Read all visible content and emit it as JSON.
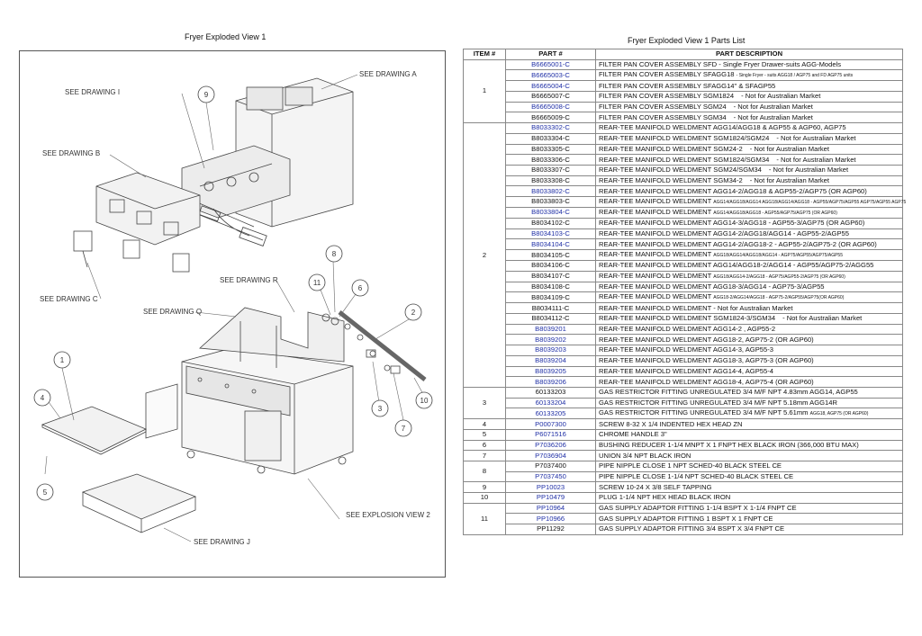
{
  "left_panel": {
    "title": "Fryer Exploded View 1",
    "callouts": [
      "SEE DRAWING A",
      "SEE DRAWING I",
      "SEE DRAWING B",
      "SEE DRAWING C",
      "SEE DRAWING R",
      "SEE DRAWING Q",
      "SEE EXPLOSION VIEW 2",
      "SEE DRAWING J"
    ],
    "item_numbers": [
      "1",
      "2",
      "3",
      "4",
      "5",
      "6",
      "7",
      "8",
      "9",
      "10",
      "11"
    ]
  },
  "right_panel": {
    "title": "Fryer Exploded View 1 Parts List",
    "headers": [
      "ITEM #",
      "PART #",
      "PART DESCRIPTION"
    ],
    "rows": [
      {
        "item": "1",
        "part": "B6665001-C",
        "blue": true,
        "desc": "FILTER PAN COVER ASSEMBLY SFD - Single Fryer Drawer-suits AGG-Models",
        "small": "",
        "note": ""
      },
      {
        "item": "",
        "part": "B6665003-C",
        "blue": true,
        "desc": "FILTER PAN COVER ASSEMBLY SFAGG18",
        "small": "- Single Fryer - suits AGG18 / AGP75 and FD AGP75 units",
        "note": ""
      },
      {
        "item": "",
        "part": "B6665004-C",
        "blue": true,
        "desc": "FILTER PAN COVER ASSEMBLY SFAGG14\" & SFAGP55",
        "small": "",
        "note": ""
      },
      {
        "item": "",
        "part": "B6665007-C",
        "blue": false,
        "desc": "FILTER PAN COVER ASSEMBLY SGM1824",
        "small": "",
        "note": "- Not for Australian Market"
      },
      {
        "item": "",
        "part": "B6665008-C",
        "blue": true,
        "desc": "FILTER PAN COVER ASSEMBLY SGM24",
        "small": "",
        "note": "- Not for Australian Market"
      },
      {
        "item": "",
        "part": "B6665009-C",
        "blue": false,
        "desc": "FILTER PAN COVER ASSEMBLY SGM34",
        "small": "",
        "note": "- Not for Australian Market"
      },
      {
        "item": "2",
        "part": "B8033302-C",
        "blue": true,
        "desc": "REAR-TEE MANIFOLD WELDMENT AGG14/AGG18 & AGP55 & AGP60, AGP75",
        "small": "",
        "note": ""
      },
      {
        "item": "",
        "part": "B8033304-C",
        "blue": false,
        "desc": "REAR-TEE MANIFOLD WELDMENT SGM1824/SGM24",
        "small": "",
        "note": "- Not for Australian Market"
      },
      {
        "item": "",
        "part": "B8033305-C",
        "blue": false,
        "desc": "REAR-TEE MANIFOLD WELDMENT SGM24-2",
        "small": "",
        "note": "- Not for Australian Market"
      },
      {
        "item": "",
        "part": "B8033306-C",
        "blue": false,
        "desc": "REAR-TEE MANIFOLD WELDMENT SGM1824/SGM34",
        "small": "",
        "note": "- Not for Australian Market"
      },
      {
        "item": "",
        "part": "B8033307-C",
        "blue": false,
        "desc": "REAR-TEE MANIFOLD WELDMENT SGM24/SGM34",
        "small": "",
        "note": "- Not for Australian Market"
      },
      {
        "item": "",
        "part": "B8033308-C",
        "blue": false,
        "desc": "REAR-TEE MANIFOLD WELDMENT SGM34-2",
        "small": "",
        "note": "- Not for Australian Market"
      },
      {
        "item": "",
        "part": "B8033802-C",
        "blue": true,
        "desc": "REAR-TEE MANIFOLD WELDMENT AGG14-2/AGG18 & AGP55-2/AGP75 (OR AGP60)",
        "small": "",
        "note": ""
      },
      {
        "item": "",
        "part": "B8033803-C",
        "blue": false,
        "desc": "REAR-TEE MANIFOLD WELDMENT",
        "small": "AGG14/AGG18/AGG14 AGG18/AGG14/AGG18 - AGP55/AGP75/AGP55 AGP75/AGP55 AGP75",
        "note": ""
      },
      {
        "item": "",
        "part": "B8033804-C",
        "blue": true,
        "desc": "REAR-TEE MANIFOLD WELDMENT",
        "small": "AGG14/AGG18/AGG18 - AGP55/AGP75/AGP75 (OR AGP60)",
        "note": ""
      },
      {
        "item": "",
        "part": "B8034102-C",
        "blue": false,
        "desc": "REAR-TEE MANIFOLD WELDMENT AGG14-3/AGG18 - AGP55-3/AGP75 (OR AGP60)",
        "small": "",
        "note": ""
      },
      {
        "item": "",
        "part": "B8034103-C",
        "blue": true,
        "desc": "REAR-TEE MANIFOLD WELDMENT AGG14-2/AGG18/AGG14 - AGP55-2/AGP55",
        "small": "",
        "note": ""
      },
      {
        "item": "",
        "part": "B8034104-C",
        "blue": true,
        "desc": "REAR-TEE MANIFOLD WELDMENT AGG14-2/AGG18-2 - AGP55-2/AGP75-2 (OR AGP60)",
        "small": "",
        "note": ""
      },
      {
        "item": "",
        "part": "B8034105-C",
        "blue": false,
        "desc": "REAR-TEE MANIFOLD WELDMENT",
        "small": "AGG18/AGG14/AGG18/AGG14 - AGP75/AGP55/AGP75/AGP55",
        "note": ""
      },
      {
        "item": "",
        "part": "B8034106-C",
        "blue": false,
        "desc": "REAR-TEE MANIFOLD WELDMENT AGG14/AGG18-2/AGG14 - AGP55/AGP75-2/AGG55",
        "small": "",
        "note": ""
      },
      {
        "item": "",
        "part": "B8034107-C",
        "blue": false,
        "desc": "REAR-TEE MANIFOLD WELDMENT",
        "small": "AGG18/AGG14-2/AGG18 - AGP75/AGP55-2/AGP75 (OR AGP60)",
        "note": ""
      },
      {
        "item": "",
        "part": "B8034108-C",
        "blue": false,
        "desc": "REAR-TEE MANIFOLD WELDMENT AGG18-3/AGG14 - AGP75-3/AGP55",
        "small": "",
        "note": ""
      },
      {
        "item": "",
        "part": "B8034109-C",
        "blue": false,
        "desc": "REAR-TEE MANIFOLD WELDMENT",
        "small": "AGG18-2/AGG14/AGG18 - AGP75-2/AGP55/AGP75(OR AGP60)",
        "note": ""
      },
      {
        "item": "",
        "part": "B8034111-C",
        "blue": false,
        "desc": "REAR-TEE MANIFOLD WELDMENT - Not for Australian Market",
        "small": "",
        "note": ""
      },
      {
        "item": "",
        "part": "B8034112-C",
        "blue": false,
        "desc": "REAR-TEE MANIFOLD WELDMENT SGM1824-3/SGM34",
        "small": "",
        "note": "- Not for Australian Market"
      },
      {
        "item": "",
        "part": "B8039201",
        "blue": true,
        "desc": "REAR-TEE MANIFOLD WELDMENT AGG14-2 , AGP55-2",
        "small": "",
        "note": ""
      },
      {
        "item": "",
        "part": "B8039202",
        "blue": true,
        "desc": "REAR-TEE MANIFOLD WELDMENT AGG18-2, AGP75-2 (OR AGP60)",
        "small": "",
        "note": ""
      },
      {
        "item": "",
        "part": "B8039203",
        "blue": true,
        "desc": "REAR-TEE MANIFOLD WELDMENT AGG14-3, AGP55-3",
        "small": "",
        "note": ""
      },
      {
        "item": "",
        "part": "B8039204",
        "blue": true,
        "desc": "REAR-TEE MANIFOLD WELDMENT AGG18-3, AGP75-3 (OR AGP60)",
        "small": "",
        "note": ""
      },
      {
        "item": "",
        "part": "B8039205",
        "blue": true,
        "desc": "REAR-TEE MANIFOLD WELDMENT AGG14-4, AGP55-4",
        "small": "",
        "note": ""
      },
      {
        "item": "",
        "part": "B8039206",
        "blue": true,
        "desc": "REAR-TEE MANIFOLD WELDMENT AGG18-4, AGP75-4 (OR AGP60)",
        "small": "",
        "note": ""
      },
      {
        "item": "3",
        "part": "60133203",
        "blue": false,
        "desc": "GAS RESTRICTOR FITTING UNREGULATED 3/4 M/F NPT 4.83mm AGG14, AGP55",
        "small": "",
        "note": ""
      },
      {
        "item": "",
        "part": "60133204",
        "blue": true,
        "desc": "GAS RESTRICTOR FITTING UNREGULATED 3/4 M/F NPT 5.18mm AGG14R",
        "small": "",
        "note": ""
      },
      {
        "item": "",
        "part": "60133205",
        "blue": true,
        "desc": "GAS RESTRICTOR FITTING UNREGULATED 3/4 M/F NPT 5.61mm",
        "small": "AGG18, AGP75 (OR AGP60)",
        "note": ""
      },
      {
        "item": "4",
        "part": "P0007300",
        "blue": true,
        "desc": "SCREW 8-32 X 1/4 INDENTED HEX HEAD ZN",
        "small": "",
        "note": ""
      },
      {
        "item": "5",
        "part": "P6071516",
        "blue": true,
        "desc": "CHROME HANDLE 3\"",
        "small": "",
        "note": ""
      },
      {
        "item": "6",
        "part": "P7036206",
        "blue": true,
        "desc": "BUSHING REDUCER 1-1/4 MNPT X 1 FNPT HEX BLACK IRON (366,000 BTU MAX)",
        "small": "",
        "note": ""
      },
      {
        "item": "7",
        "part": "P7036904",
        "blue": true,
        "desc": "UNION 3/4 NPT BLACK IRON",
        "small": "",
        "note": ""
      },
      {
        "item": "8",
        "part": "P7037400",
        "blue": false,
        "desc": "PIPE NIPPLE CLOSE 1 NPT SCHED-40 BLACK STEEL CE",
        "small": "",
        "note": ""
      },
      {
        "item": "",
        "part": "P7037450",
        "blue": true,
        "desc": "PIPE NIPPLE CLOSE 1-1/4 NPT SCHED-40 BLACK STEEL CE",
        "small": "",
        "note": ""
      },
      {
        "item": "9",
        "part": "PP10023",
        "blue": true,
        "desc": "SCREW 10-24 X 3/8 SELF TAPPING",
        "small": "",
        "note": ""
      },
      {
        "item": "10",
        "part": "PP10479",
        "blue": true,
        "desc": "PLUG 1-1/4 NPT HEX HEAD BLACK IRON",
        "small": "",
        "note": ""
      },
      {
        "item": "11",
        "part": "PP10964",
        "blue": true,
        "desc": "GAS SUPPLY ADAPTOR FITTING 1-1/4 BSPT X 1-1/4 FNPT CE",
        "small": "",
        "note": ""
      },
      {
        "item": "",
        "part": "PP10966",
        "blue": true,
        "desc": "GAS SUPPLY ADAPTOR FITTING 1 BSPT X 1 FNPT CE",
        "small": "",
        "note": ""
      },
      {
        "item": "",
        "part": "PP11292",
        "blue": false,
        "desc": "GAS SUPPLY ADAPTOR FITTING 3/4 BSPT X 3/4 FNPT CE",
        "small": "",
        "note": ""
      }
    ],
    "item_spans": {
      "1": 6,
      "2": 25,
      "3": 3,
      "4": 1,
      "5": 1,
      "6": 1,
      "7": 1,
      "8": 2,
      "9": 1,
      "10": 1,
      "11": 3
    }
  },
  "colors": {
    "blue_part": "#1f2fa6",
    "line": "#444444"
  }
}
